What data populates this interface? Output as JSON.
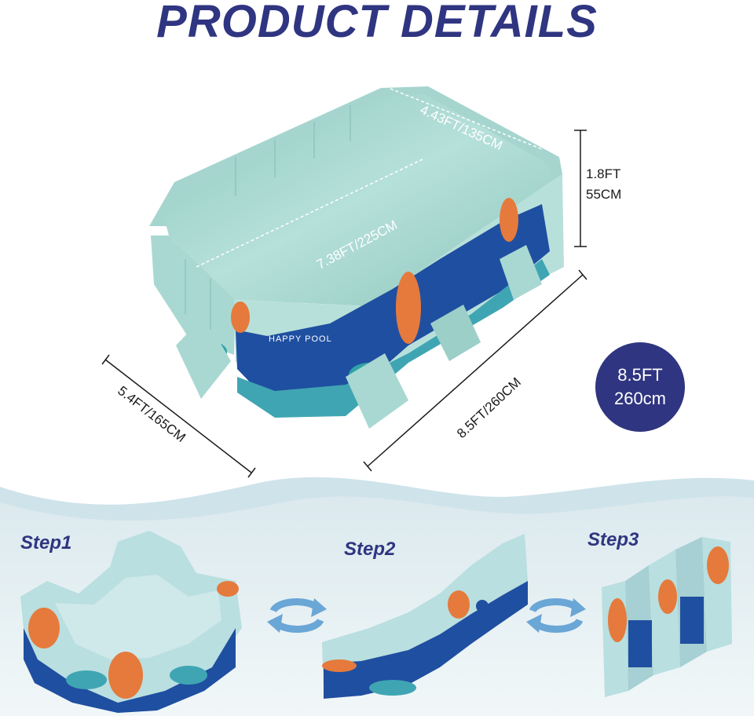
{
  "title": "PRODUCT DETAILS",
  "dimensions": {
    "inner_width": "4.43FT/135CM",
    "inner_length": "7.38FT/225CM",
    "height_ft": "1.8FT",
    "height_cm": "55CM",
    "outer_width": "5.4FT/165CM",
    "outer_length": "8.5FT/260CM"
  },
  "badge": {
    "line1": "8.5FT",
    "line2": "260cm"
  },
  "pool_print": "HAPPY POOL",
  "steps": [
    "Step1",
    "Step2",
    "Step3"
  ],
  "colors": {
    "navy": "#2f3580",
    "water": "#9fd2c9",
    "wall": "#a9d8d2",
    "pool_blue": "#1f4fa0",
    "orange": "#e57a3c",
    "wave": "#e3eff2",
    "arrow": "#6aa6d6"
  },
  "icons": [
    "refresh-arrows-icon",
    "refresh-arrows-icon"
  ]
}
